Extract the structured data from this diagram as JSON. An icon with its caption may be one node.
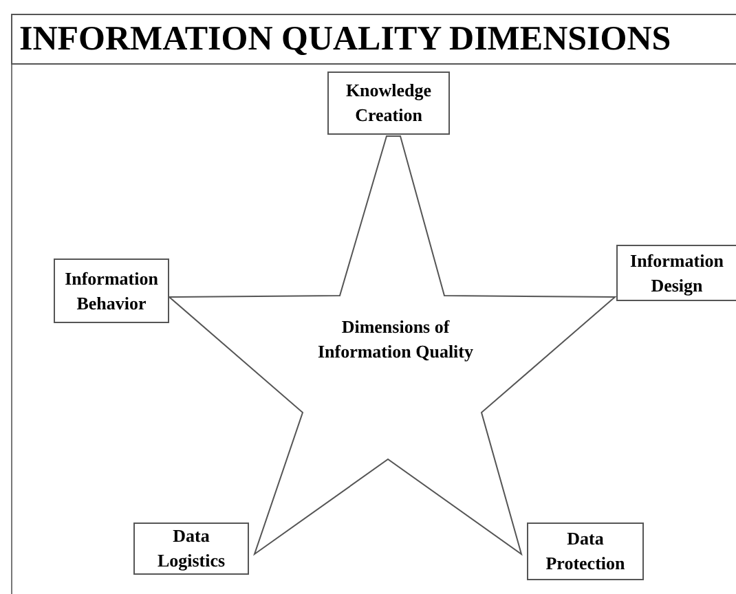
{
  "diagram": {
    "title": "INFORMATION QUALITY DIMENSIONS",
    "nodes": [
      {
        "text": [
          "Knowledge Creation"
        ]
      },
      {
        "text": [
          "Information Behavior"
        ]
      },
      {
        "text": [
          "Information Design"
        ]
      },
      {
        "text": [
          "Dimensions of Information Quality"
        ]
      },
      {
        "text": [
          "Data Logistics"
        ]
      },
      {
        "text": [
          "Data Protection"
        ]
      }
    ]
  }
}
